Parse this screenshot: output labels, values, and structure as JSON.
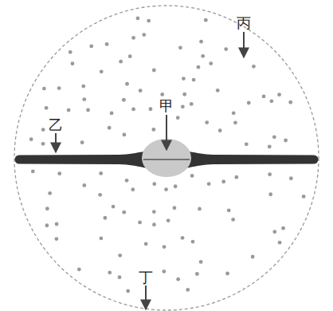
{
  "diagram": {
    "labels": [
      "丙",
      "甲",
      "乙",
      "丁"
    ]
  }
}
